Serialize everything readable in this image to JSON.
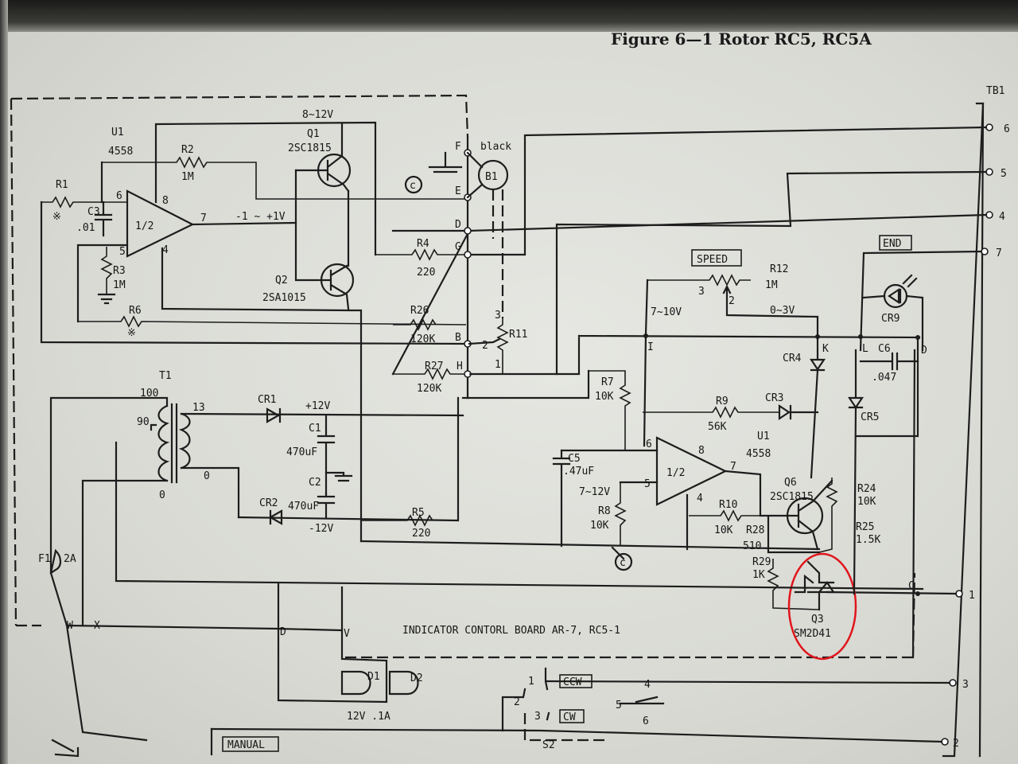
{
  "title": "Figure 6—1  Rotor  RC5, RC5A",
  "board_label": "INDICATOR CONTORL BOARD  AR-7, RC5-1",
  "tb1": {
    "label": "TB1",
    "terminals": [
      "6",
      "5",
      "4",
      "7",
      "1",
      "3",
      "2"
    ]
  },
  "boxes": {
    "speed": "SPEED",
    "end": "END",
    "ccw": "CCW",
    "cw": "CW",
    "manual": "MANUAL"
  },
  "motor": {
    "label": "B1",
    "color": "black",
    "pins": [
      "F",
      "E",
      "D",
      "G",
      "B",
      "H"
    ]
  },
  "highlight_color": "#e0161c",
  "components": {
    "u1_top": {
      "name": "U1",
      "part": "4558",
      "half": "1/2",
      "pins": [
        "6",
        "5",
        "8",
        "4",
        "7"
      ]
    },
    "u1_bot": {
      "name": "U1",
      "part": "4558",
      "half": "1/2",
      "pins": [
        "6",
        "5",
        "8",
        "4",
        "7"
      ]
    },
    "r1": "R1",
    "r2": {
      "name": "R2",
      "value": "1M"
    },
    "r3": {
      "name": "R3",
      "value": "1M"
    },
    "r4": {
      "name": "R4",
      "value": "220"
    },
    "r5": {
      "name": "R5",
      "value": "220"
    },
    "r6": "R6",
    "r7": {
      "name": "R7",
      "value": "10K"
    },
    "r8": {
      "name": "R8",
      "value": "10K"
    },
    "r9": {
      "name": "R9",
      "value": "56K"
    },
    "r10": {
      "name": "R10",
      "value": "10K"
    },
    "r11": {
      "name": "R11",
      "pins": [
        "3",
        "2",
        "1"
      ]
    },
    "r12": {
      "name": "R12",
      "value": "1M",
      "pins": [
        "3",
        "2"
      ]
    },
    "r24": {
      "name": "R24",
      "value": "10K"
    },
    "r25": {
      "name": "R25",
      "value": "1.5K"
    },
    "r26": {
      "name": "R26",
      "value": "120K"
    },
    "r27": {
      "name": "R27",
      "value": "120K"
    },
    "r28": {
      "name": "R28",
      "value": "510"
    },
    "r29": {
      "name": "R29",
      "value": "1K"
    },
    "c1": {
      "name": "C1",
      "value": "470uF"
    },
    "c2": {
      "name": "C2",
      "value": "470uF"
    },
    "c3": {
      "name": "C3",
      "value": ".01"
    },
    "c5": {
      "name": "C5",
      "value": ".47uF"
    },
    "c6": {
      "name": "C6",
      "value": ".047"
    },
    "q1": {
      "name": "Q1",
      "part": "2SC1815",
      "supply": "8~12V"
    },
    "q2": {
      "name": "Q2",
      "part": "2SA1015"
    },
    "q3": {
      "name": "Q3",
      "part": "SM2D41"
    },
    "q6": {
      "name": "Q6",
      "part": "2SC1815"
    },
    "cr": [
      "CR1",
      "CR2",
      "CR3",
      "CR4",
      "CR5",
      "CR9"
    ],
    "t1": {
      "name": "T1",
      "taps": [
        "100",
        "90",
        "0",
        "13",
        "0"
      ]
    },
    "f1": {
      "name": "F1",
      "value": "2A"
    },
    "d1": "D1",
    "d2": "D2",
    "lamps": "12V  .1A",
    "s2": {
      "name": "S2",
      "pins": [
        "1",
        "2",
        "3",
        "4",
        "5",
        "6"
      ]
    }
  },
  "voltages": {
    "out_swing": "-1 ~ +1V",
    "pos": "+12V",
    "neg": "-12V",
    "speed_in": "7~10V",
    "speed_out": "0~3V",
    "ref": "7~12V"
  },
  "nodes": [
    "I",
    "K",
    "L",
    "D",
    "C",
    "W",
    "X",
    "D",
    "V"
  ]
}
